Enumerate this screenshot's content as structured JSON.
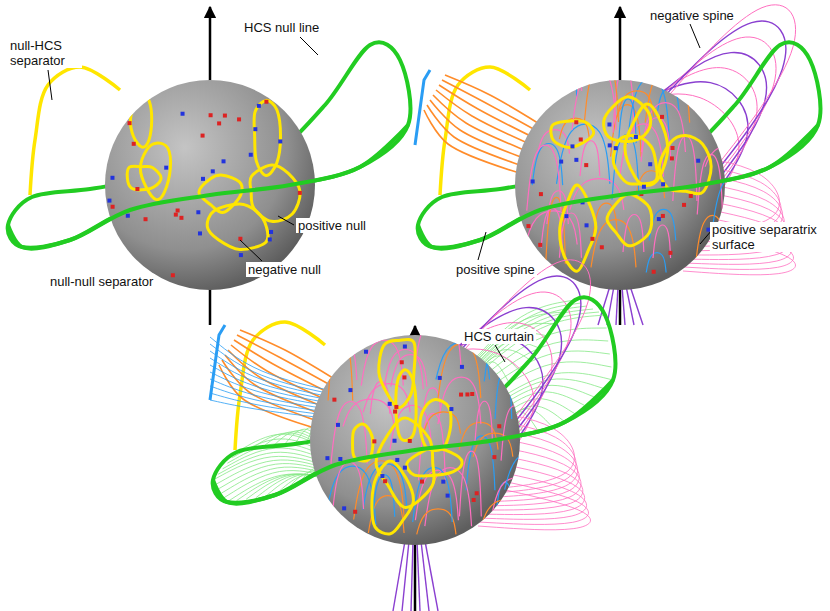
{
  "diagram": {
    "labels": [
      "null-HCS separator",
      "HCS null line",
      "positive null",
      "negative null",
      "null-null separator",
      "negative spine",
      "positive spine",
      "positive separatrix surface",
      "HCS curtain"
    ]
  }
}
